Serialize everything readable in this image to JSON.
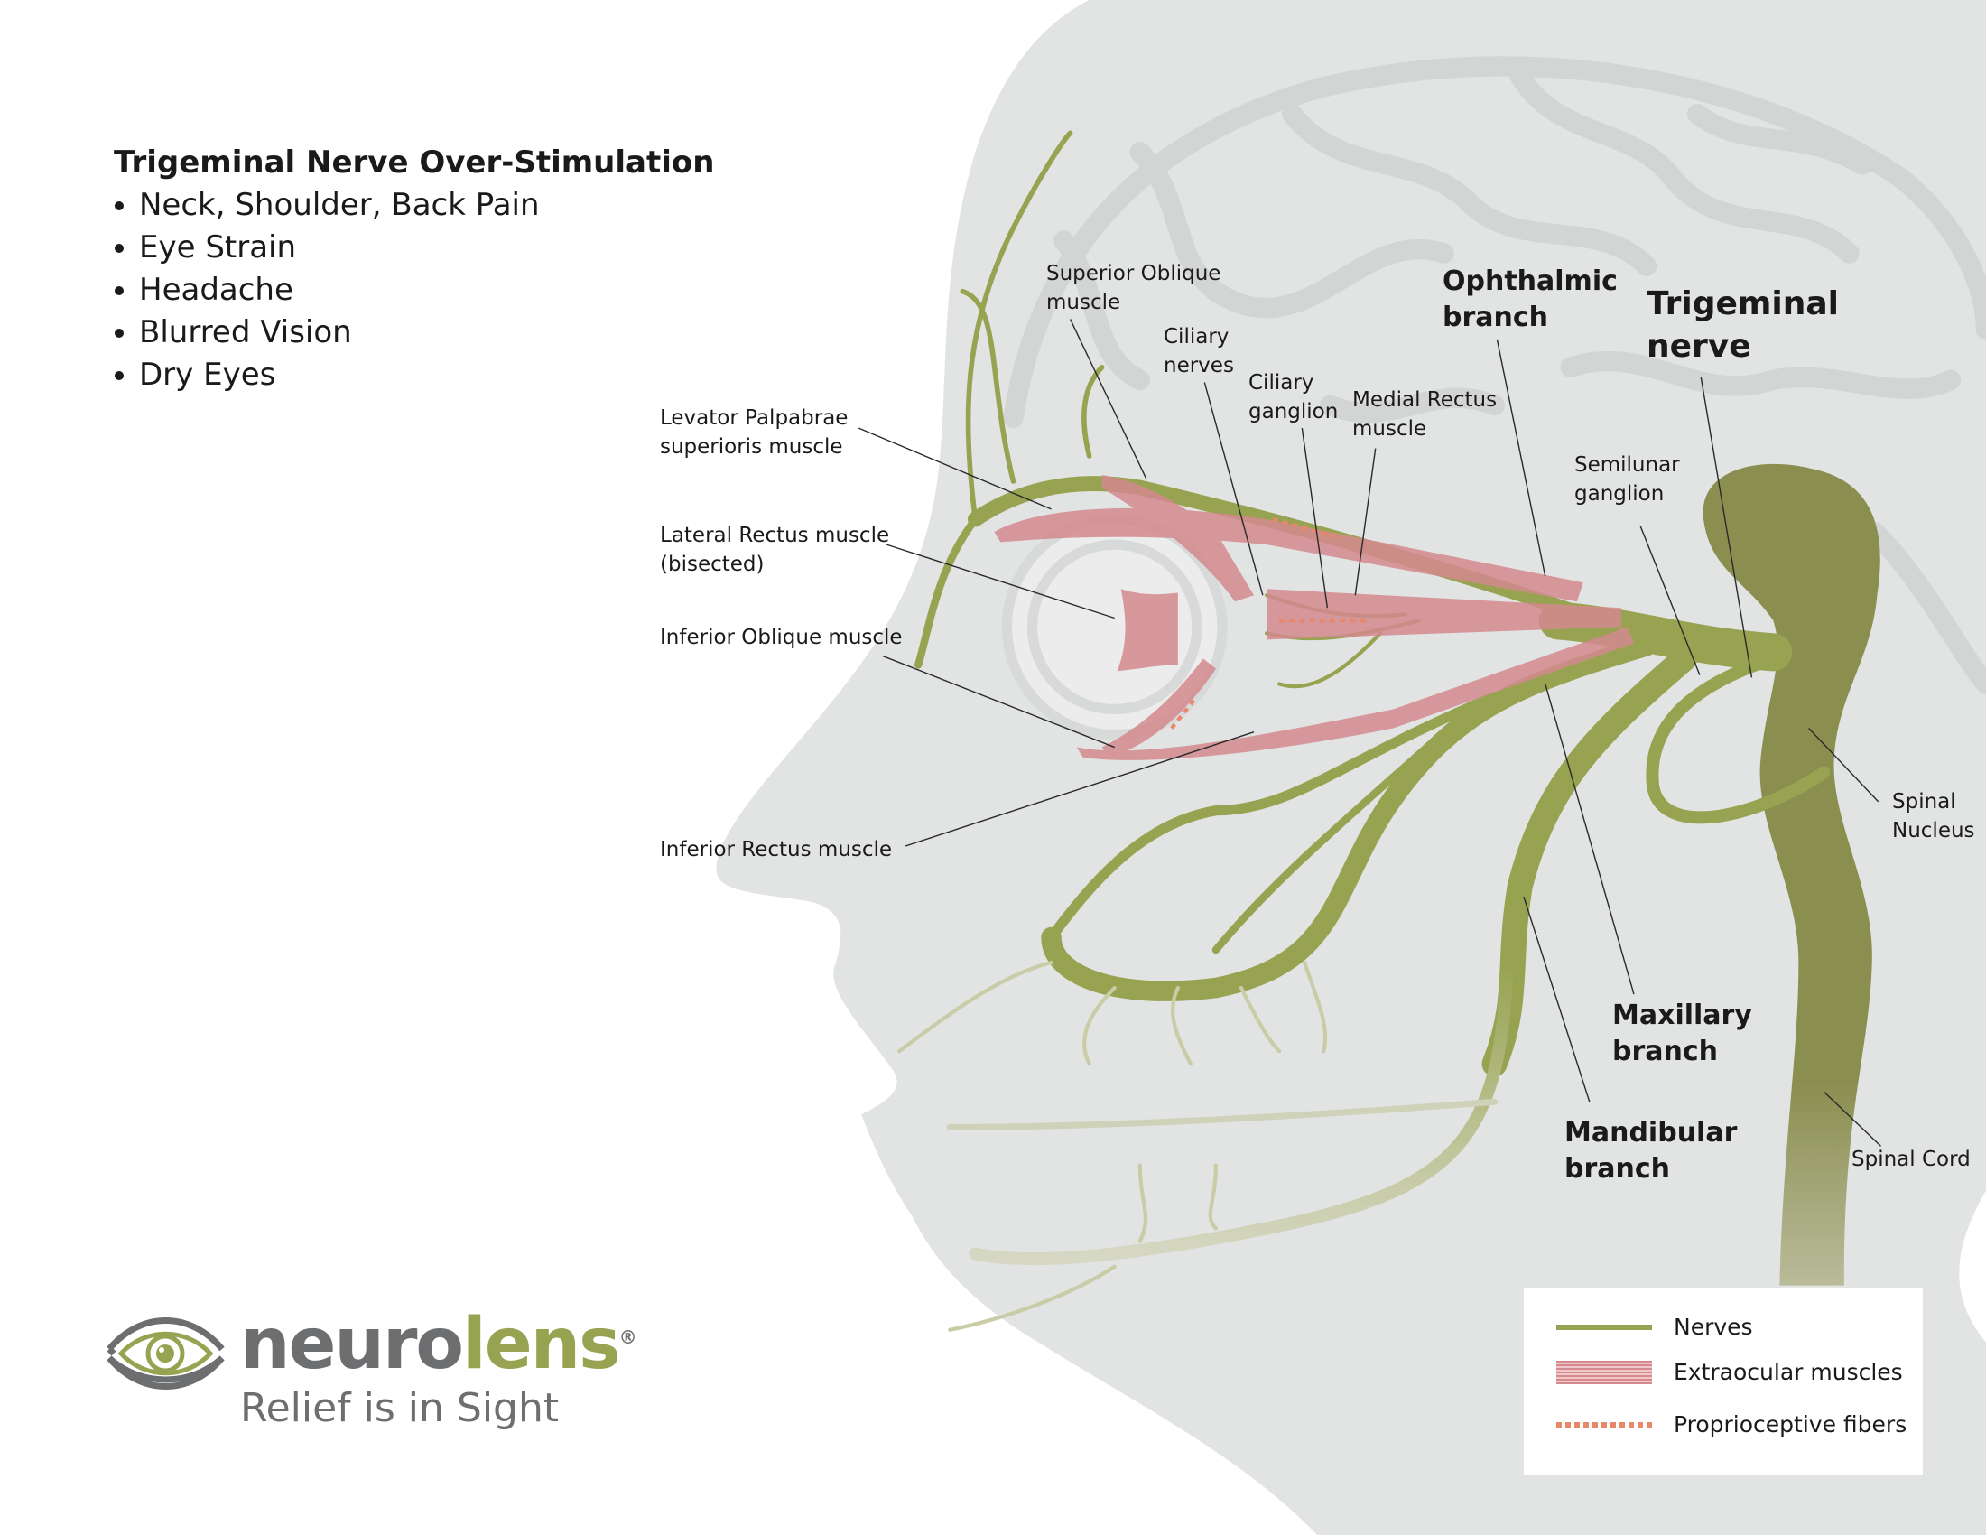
{
  "symptoms": {
    "title": "Trigeminal Nerve Over-Stimulation",
    "items": [
      "Neck, Shoulder, Back Pain",
      "Eye Strain",
      "Headache",
      "Blurred Vision",
      "Dry Eyes"
    ]
  },
  "labels": {
    "superior_oblique": [
      "Superior Oblique",
      "muscle"
    ],
    "ciliary_nerves": [
      "Ciliary",
      "nerves"
    ],
    "ciliary_ganglion": [
      "Ciliary",
      "ganglion"
    ],
    "medial_rectus": [
      "Medial Rectus",
      "muscle"
    ],
    "ophthalmic": [
      "Ophthalmic",
      "branch"
    ],
    "trigeminal": [
      "Trigeminal",
      "nerve"
    ],
    "semilunar": [
      "Semilunar",
      "ganglion"
    ],
    "levator": [
      "Levator Palpabrae",
      "superioris muscle"
    ],
    "lateral_rectus": [
      "Lateral Rectus muscle",
      "(bisected)"
    ],
    "inferior_oblique": [
      "Inferior Oblique muscle"
    ],
    "inferior_rectus": [
      "Inferior Rectus muscle"
    ],
    "spinal_nucleus": [
      "Spinal",
      "Nucleus"
    ],
    "maxillary": [
      "Maxillary",
      "branch"
    ],
    "mandibular": [
      "Mandibular",
      "branch"
    ],
    "spinal_cord": [
      "Spinal Cord"
    ]
  },
  "legend": {
    "nerves": "Nerves",
    "muscles": "Extraocular muscles",
    "fibers": "Proprioceptive fibers"
  },
  "logo": {
    "brand_a": "neuro",
    "brand_b": "lens",
    "registered": "®",
    "tagline": "Relief is in Sight"
  },
  "colors": {
    "nerve": "#97a351",
    "muscle": "#d48a8f",
    "fiber": "#e8876a",
    "head": "#e2e3e3",
    "brain": "#d4d5d5",
    "logo_gray": "#6d6e70"
  }
}
